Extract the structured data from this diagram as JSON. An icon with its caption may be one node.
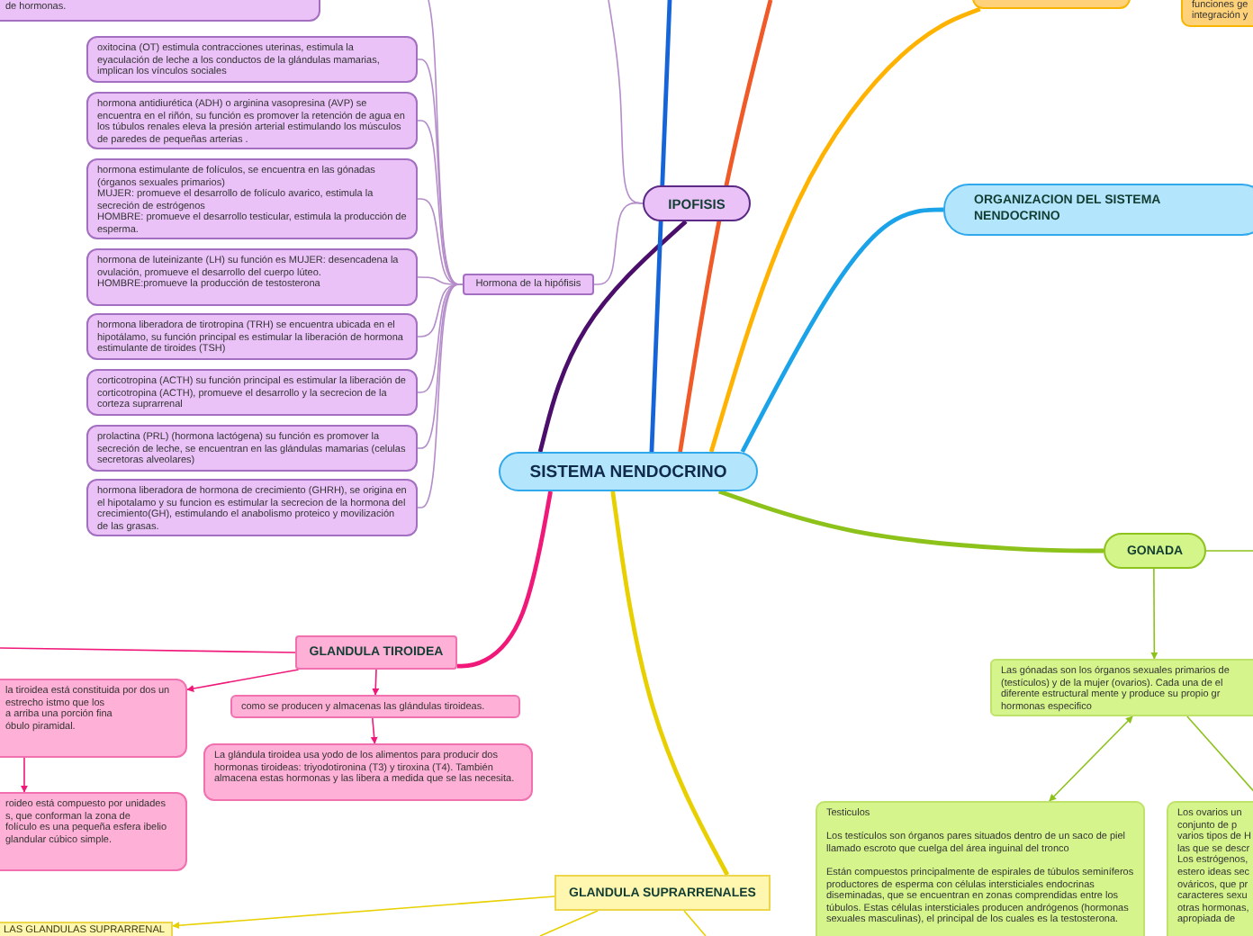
{
  "diagram": {
    "nodes": [
      {
        "text": [
          "de hormonas."
        ]
      },
      {
        "text": [],
        "shape": "box"
      },
      {
        "text": [
          "funciones ge integración y"
        ]
      },
      {
        "text": [
          "oxitocina (OT) estimula contracciones uterinas, estimula la eyaculación de leche a los conductos de la glándulas mamarias, implican los vínculos sociales"
        ]
      },
      {
        "text": [
          "hormona antidiurética (ADH) o arginina vasopresina (AVP) se encuentra en el riñón, su función es promover la retención de agua en los túbulos renales eleva la presión arterial estimulando los músculos de paredes de pequeñas arterias ."
        ]
      },
      {
        "text": [
          "hormona estimulante de folículos, se encuentra en las gónadas (órganos sexuales primarios)",
          "MUJER: promueve el desarrollo de folículo avarico, estimula la secreción de estrógenos",
          "HOMBRE: promueve el desarrollo testicular, estimula la producción de esperma."
        ]
      },
      {
        "text": [
          "hormona de luteinizante (LH)  su función es  MUJER: desencadena la ovulación, promueve el desarrollo del cuerpo lúteo. HOMBRE:promueve la producción de testosterona"
        ]
      },
      {
        "text": [
          "hormona liberadora de tirotropina (TRH) se encuentra ubicada en el hipotálamo, su función principal es estimular la liberación de hormona estimulante de tiroides (TSH)"
        ]
      },
      {
        "text": [
          "corticotropina (ACTH)  su función principal es estimular la liberación de corticotropina (ACTH), promueve el desarrollo y la secrecion de la corteza suprarrenal"
        ]
      },
      {
        "text": [
          "prolactina (PRL) (hormona lactógena) su función es promover la secreción de leche, se encuentran en las glándulas mamarias (celulas secretoras alveolares)"
        ]
      },
      {
        "text": [
          "hormona liberadora de hormona de crecimiento (GHRH), se origina en el hipotalamo y su funcion es estimular la secrecion de la hormona del crecimiento(GH), estimulando el anabolismo proteico y movilización de las grasas."
        ]
      },
      {
        "text": [
          "IPOFISIS"
        ]
      },
      {
        "text": [
          "Hormona de la hipófisis"
        ]
      },
      {
        "text": [
          "ORGANIZACION DEL SISTEMA NENDOCRINO"
        ]
      },
      {
        "text": [
          "SISTEMA NENDOCRINO"
        ]
      },
      {
        "text": [
          "GONADA"
        ]
      },
      {
        "text": [
          "GLANDULA TIROIDEA"
        ]
      },
      {
        "text": [
          "Las gónadas son los órganos sexuales primarios de (testículos) y de la mujer (ovarios). Cada una de el diferente estructural mente y produce su propio gr hormonas especifico"
        ]
      },
      {
        "text": [
          "la tiroidea está constituida por dos un estrecho istmo que los",
          "a arriba una porción fina",
          "óbulo piramidal."
        ]
      },
      {
        "text": [
          "como se producen y almacenas las glándulas tiroideas."
        ]
      },
      {
        "text": [
          "La glándula tiroidea usa yodo de los alimentos para producir dos hormonas tiroideas: triyodotironina (T3) y tiroxina (T4). También almacena estas hormonas y las libera a medida que se las necesita."
        ]
      },
      {
        "text": [
          "roideo está compuesto por unidades",
          "s, que conforman la zona de",
          "folículo es una pequeña esfera ibelio glandular cúbico simple."
        ]
      },
      {
        "text": [
          "Testiculos",
          "Los testículos son órganos pares situados dentro de un saco de piel llamado escroto que cuelga del área inguinal del tronco",
          "Están compuestos principalmente de espirales de túbulos seminíferos productores de esperma con células intersticiales endocrinas diseminadas, que se encuentran en zonas comprendidas entre los túbulos. Estas células intersticiales producen andrógenos (hormonas sexuales masculinas), el principal de los cuales es la testosterona."
        ]
      },
      {
        "text": [
          "Los ovarios un conjunto de p varios tipos de H las que se descr Los estrógenos, estero ideas sec ováricos, que pr caracteres sexu otras hormonas, apropiada de"
        ]
      },
      {
        "text": [
          "GLANDULA SUPRARRENALES"
        ]
      },
      {
        "text": [
          "LAS GLANDULAS SUPRARRENAL"
        ]
      }
    ],
    "edges": [
      {
        "from": 14,
        "to": 11,
        "arrow": "none",
        "style": "thick",
        "color": "#4b0f6b"
      },
      {
        "from": 14,
        "to": null,
        "arrow": "none",
        "style": "thick",
        "color": "#1565d8"
      },
      {
        "from": 14,
        "to": null,
        "arrow": "none",
        "style": "thick",
        "color": "#f05a28"
      },
      {
        "from": 14,
        "to": 1,
        "arrow": "none",
        "style": "thick",
        "color": "#ffb300"
      },
      {
        "from": 14,
        "to": 13,
        "arrow": "none",
        "style": "thick",
        "color": "#1aa3e8"
      },
      {
        "from": 14,
        "to": 15,
        "arrow": "none",
        "style": "thick",
        "color": "#8cc21a"
      },
      {
        "from": 14,
        "to": 16,
        "arrow": "none",
        "style": "thick",
        "color": "#f0197a"
      },
      {
        "from": 14,
        "to": 24,
        "arrow": "none",
        "style": "thick",
        "color": "#e8d000"
      },
      {
        "from": 11,
        "to": 12,
        "arrow": "none"
      },
      {
        "from": 11,
        "to": null,
        "arrow": "none"
      },
      {
        "from": 12,
        "to": 3,
        "arrow": "none"
      },
      {
        "from": 12,
        "to": 4,
        "arrow": "none"
      },
      {
        "from": 12,
        "to": 5,
        "arrow": "none"
      },
      {
        "from": 12,
        "to": 6,
        "arrow": "none"
      },
      {
        "from": 12,
        "to": 7,
        "arrow": "none"
      },
      {
        "from": 12,
        "to": 8,
        "arrow": "none"
      },
      {
        "from": 12,
        "to": 9,
        "arrow": "none"
      },
      {
        "from": 12,
        "to": 10,
        "arrow": "none"
      },
      {
        "from": 12,
        "to": null,
        "arrow": "none"
      },
      {
        "from": 16,
        "to": null,
        "arrow": "none",
        "color": "#f0197a"
      },
      {
        "from": 16,
        "to": 18,
        "arrow": "to",
        "color": "#f0197a"
      },
      {
        "from": 16,
        "to": 19,
        "arrow": "to",
        "color": "#f0197a"
      },
      {
        "from": 19,
        "to": 20,
        "arrow": "to",
        "color": "#f0197a"
      },
      {
        "from": 18,
        "to": 21,
        "arrow": "to",
        "color": "#f0197a"
      },
      {
        "from": 15,
        "to": 17,
        "arrow": "to",
        "color": "#8cc21a"
      },
      {
        "from": 15,
        "to": null,
        "arrow": "none",
        "color": "#8cc21a"
      },
      {
        "from": 17,
        "to": 22,
        "arrow": "both",
        "color": "#8cc21a"
      },
      {
        "from": 17,
        "to": 23,
        "arrow": "none",
        "color": "#8cc21a"
      },
      {
        "from": 24,
        "to": 25,
        "arrow": "to",
        "color": "#e8d000"
      },
      {
        "from": 24,
        "to": null,
        "arrow": "none",
        "color": "#e8d000"
      },
      {
        "from": 24,
        "to": null,
        "arrow": "none",
        "color": "#e8d000"
      }
    ]
  }
}
